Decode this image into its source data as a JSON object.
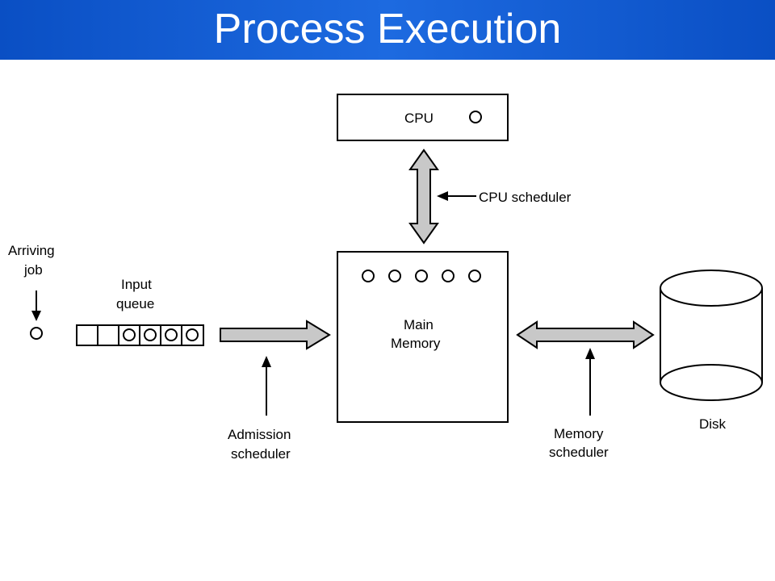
{
  "slide": {
    "title": "Process Execution"
  },
  "diagram": {
    "cpu_label": "CPU",
    "cpu_scheduler_label": "CPU scheduler",
    "arriving_job_line1": "Arriving",
    "arriving_job_line2": "job",
    "input_queue_line1": "Input",
    "input_queue_line2": "queue",
    "main_memory_line1": "Main",
    "main_memory_line2": "Memory",
    "admission_scheduler_line1": "Admission",
    "admission_scheduler_line2": "scheduler",
    "memory_scheduler_line1": "Memory",
    "memory_scheduler_line2": "scheduler",
    "disk_label": "Disk"
  },
  "colors": {
    "title_bar": "#0a4fc4",
    "arrow_fill": "#c8c8c8",
    "stroke": "#000000"
  }
}
